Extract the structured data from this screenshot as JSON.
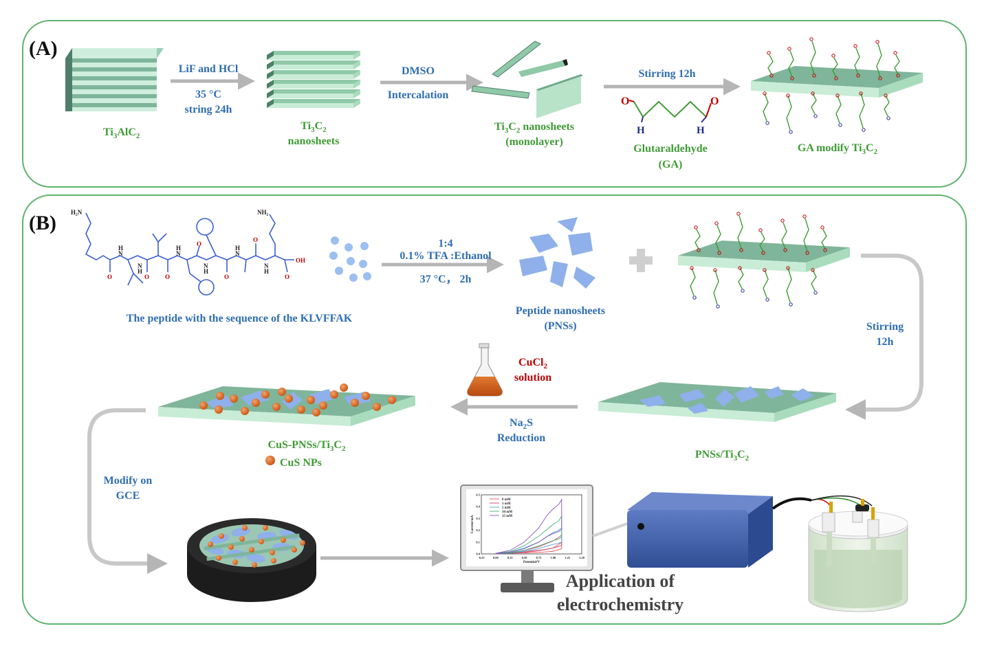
{
  "panels": {
    "a_label": "(A)",
    "b_label": "(B)"
  },
  "panel_a": {
    "ti3alc2": {
      "main": "Ti",
      "s1": "3",
      "mid": "AlC",
      "s2": "2"
    },
    "step1_top": "LiF and HCl",
    "step1_temp": "35 °C",
    "step1_time": "string 24h",
    "ti3c2_nanosheets": {
      "main": "Ti",
      "s1": "3",
      "mid": "C",
      "s2": "2",
      "line2": "nanosheets"
    },
    "step2_top": "DMSO",
    "step2_bottom": "Intercalation",
    "monolayer": {
      "main": "Ti",
      "s1": "3",
      "mid": "C",
      "s2": "2",
      "after": " nanosheets",
      "line2": "(monolayer)"
    },
    "step3_top": "Stirring 12h",
    "ga_o": "O",
    "ga_h": "H",
    "ga_name": "Glutaraldehyde",
    "ga_abbr": "(GA)",
    "ga_modify": {
      "before": "GA modify Ti",
      "s1": "3",
      "mid": "C",
      "s2": "2"
    }
  },
  "panel_b": {
    "peptide_label": "The peptide with the sequence of the KLVFFAK",
    "nh2": "NH₂",
    "h2n": "H₂N",
    "oh": "OH",
    "n": "N",
    "h": "H",
    "o": "O",
    "ratio": "1:4",
    "solvent": "0.1% TFA :Ethanol",
    "conditions": "37 °C， 2h",
    "pns_label": "Peptide nanosheets",
    "pns_abbr": "(PNSs)",
    "stirring": "Stirring",
    "stirring_time": "12h",
    "cucl2": {
      "main": "CuCl",
      "s": "2",
      "line2": "solution"
    },
    "na2s": {
      "main": "Na",
      "s": "2",
      "after": "S",
      "line2": "Reduction"
    },
    "pns_ti3c2": {
      "before": "PNSs/Ti",
      "s1": "3",
      "mid": "C",
      "s2": "2"
    },
    "cus_pns": {
      "before": "CuS-PNSs/Ti",
      "s1": "3",
      "mid": "C",
      "s2": "2"
    },
    "cus_nps": "CuS NPs",
    "modify_on": "Modify on",
    "gce": "GCE",
    "application_line1": "Application of",
    "application_line2": "electrochemistry"
  },
  "chart_data": {
    "type": "line",
    "title": "",
    "xlabel": "Potential/V",
    "ylabel": "Current/mA",
    "xlim": [
      -0.25,
      1.5
    ],
    "ylim": [
      0,
      0.5
    ],
    "xticks": [
      "-0.25",
      "0.00",
      "0.25",
      "0.50",
      "0.75",
      "1.00",
      "1.25",
      "1.50"
    ],
    "yticks": [
      "0.0",
      "0.1",
      "0.2",
      "0.3",
      "0.4",
      "0.5"
    ],
    "legend_position": "top-left",
    "series": [
      {
        "name": "0 mM",
        "color": "#e05050",
        "x": [
          0.0,
          0.25,
          0.5,
          0.75,
          0.9,
          1.0,
          1.1,
          1.15
        ],
        "y": [
          0.005,
          0.01,
          0.02,
          0.03,
          0.04,
          0.05,
          0.08,
          0.1
        ]
      },
      {
        "name": "1 mM",
        "color": "#d04070",
        "x": [
          0.0,
          0.25,
          0.5,
          0.75,
          0.9,
          1.0,
          1.1,
          1.15
        ],
        "y": [
          0.005,
          0.012,
          0.03,
          0.06,
          0.09,
          0.11,
          0.14,
          0.16
        ]
      },
      {
        "name": "5 mM",
        "color": "#4aa0d0",
        "x": [
          0.0,
          0.25,
          0.5,
          0.75,
          0.9,
          1.0,
          1.1,
          1.15
        ],
        "y": [
          0.005,
          0.015,
          0.05,
          0.1,
          0.15,
          0.18,
          0.2,
          0.22
        ]
      },
      {
        "name": "10 mM",
        "color": "#40b070",
        "x": [
          0.0,
          0.25,
          0.5,
          0.75,
          0.9,
          1.0,
          1.1,
          1.15
        ],
        "y": [
          0.005,
          0.02,
          0.07,
          0.15,
          0.21,
          0.25,
          0.28,
          0.32
        ]
      },
      {
        "name": "15 mM",
        "color": "#8a50c0",
        "x": [
          0.0,
          0.25,
          0.5,
          0.75,
          0.9,
          1.0,
          1.1,
          1.15
        ],
        "y": [
          0.005,
          0.03,
          0.1,
          0.22,
          0.33,
          0.38,
          0.42,
          0.46
        ]
      }
    ]
  },
  "colors": {
    "panel_border": "#5fb36e",
    "sheet_top": "#7fb59a",
    "sheet_side": "#c8ecd6",
    "arrow": "#b5b5b5",
    "pns_blue": "#8fb0ea",
    "cus_orange": "#d9641e",
    "device_blue": "#3e5fa6"
  }
}
